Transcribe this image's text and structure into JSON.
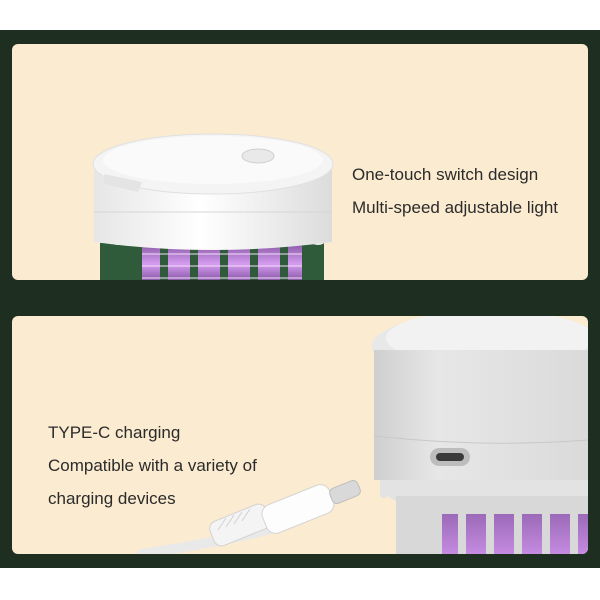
{
  "panels": [
    {
      "id": "switch",
      "lines": [
        "One-touch switch design",
        "Multi-speed adjustable light"
      ]
    },
    {
      "id": "charging",
      "lines": [
        "TYPE-C charging",
        "Compatible with a variety of",
        "charging devices"
      ]
    }
  ],
  "colors": {
    "frame": "#1e2e20",
    "panel_bg": "#fbebd0",
    "lamp_white": "#efefef",
    "lamp_green": "#2f5b3a",
    "uv_purple": "#c98de8",
    "text": "#2b2b2b"
  }
}
